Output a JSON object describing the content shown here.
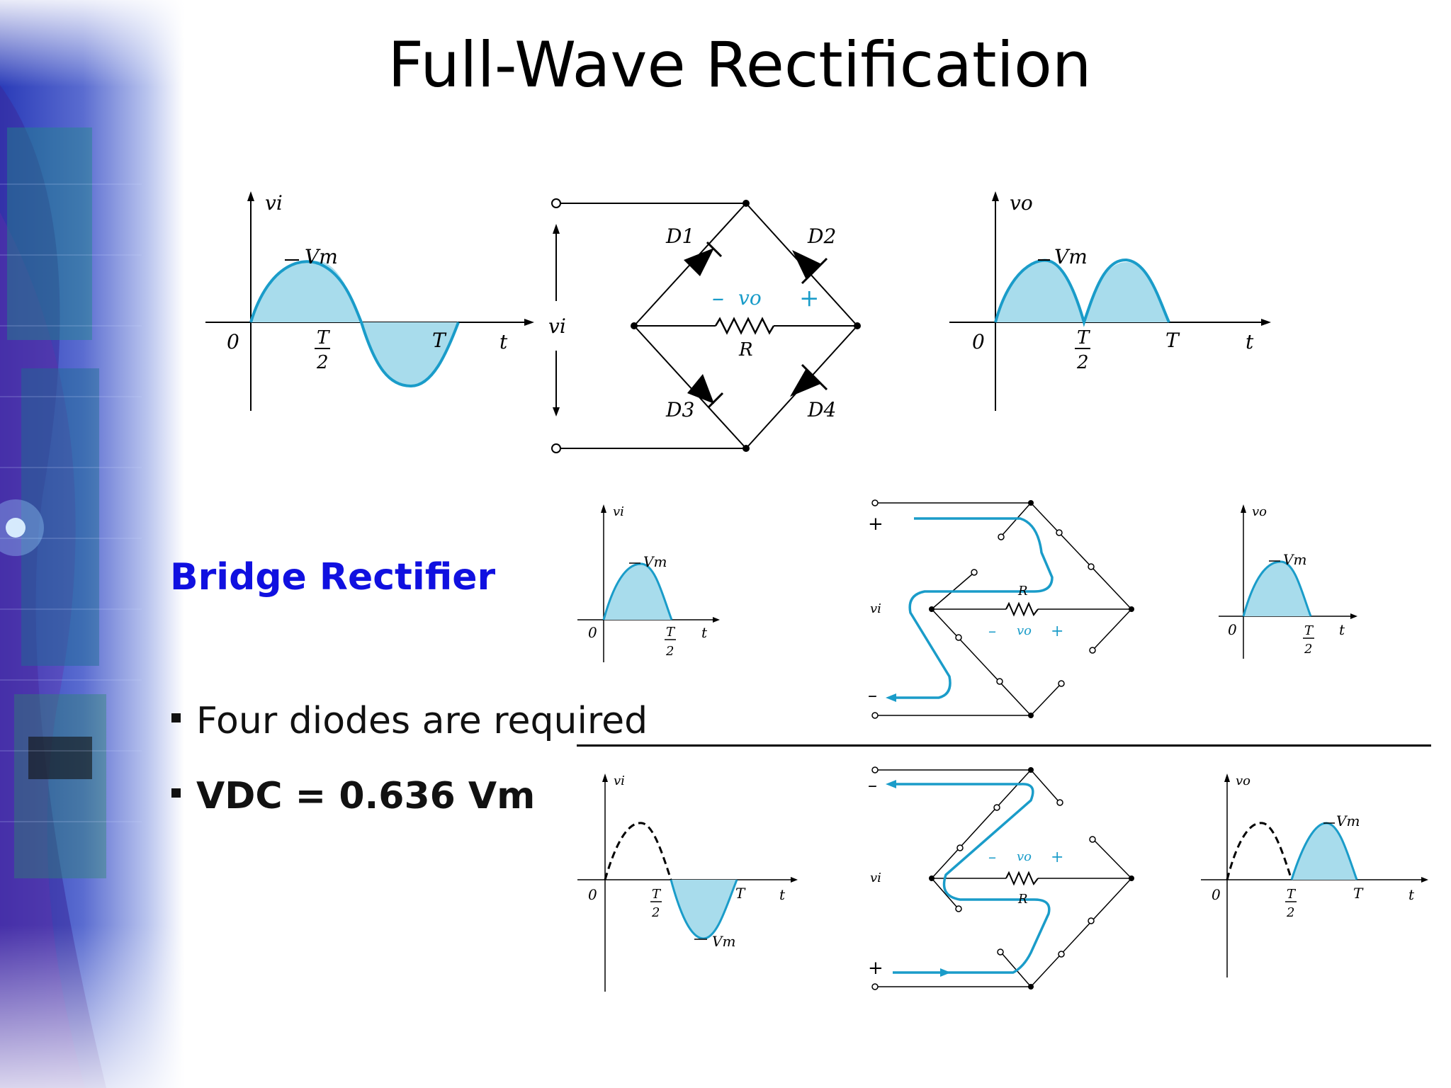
{
  "slide": {
    "title": "Full-Wave Rectification",
    "subtitle": "Bridge Rectifier",
    "bullets": [
      "Four diodes are required",
      "VDC = 0.636 Vm"
    ]
  },
  "labels": {
    "vi": "vi",
    "vo": "vo",
    "vm": "Vm",
    "zero": "0",
    "t": "t",
    "T": "T",
    "Tnum": "T",
    "Tden": "2",
    "R": "R",
    "D1": "D1",
    "D2": "D2",
    "D3": "D3",
    "D4": "D4",
    "plus": "+",
    "minus": "–"
  },
  "colors": {
    "wave": "#1a9cc9",
    "fill": "#a8dcec",
    "title": "#000000",
    "subtitle": "#1010e0"
  }
}
